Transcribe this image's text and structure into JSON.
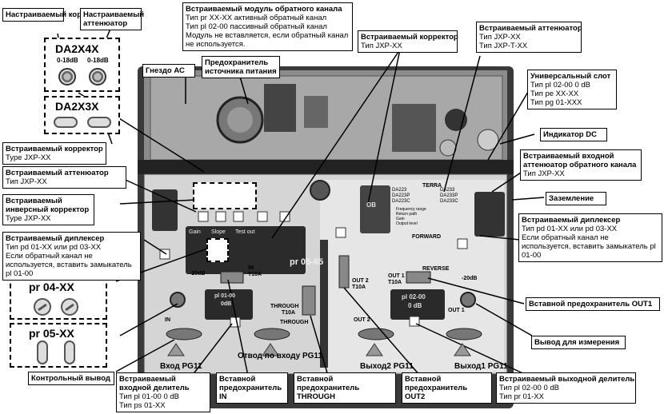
{
  "modules": {
    "da2x4x": {
      "title": "DA2X4X",
      "left_range": "0-18dB",
      "right_range": "0-18dB"
    },
    "da2x3x": {
      "title": "DA2X3X"
    },
    "pr04": {
      "title": "pr 04-XX"
    },
    "pr05": {
      "title": "pr 05-XX"
    }
  },
  "callouts": {
    "corrector_top": "Настраиваемый корректор",
    "attenuator_top": "Настраиваемый аттенюатор",
    "return_module_title": "Встраиваемый модуль обратного канала",
    "return_module_l1": "Тип pr XX-XX активный обратный канал",
    "return_module_l2": "Тип  pl 02-00  пассивный обратный канал",
    "return_module_l3": "Модуль не вставляется, если обратный канал не используется.",
    "builtin_corrector_title": "Встраиваемый корректор",
    "builtin_corrector_type": "Тип JXP-XX",
    "builtin_att_title": "Встраиваемый аттенюатор",
    "builtin_att_t1": "Тип JXP-XX",
    "builtin_att_t2": "Тип JXP-T-XX",
    "ac_socket": "Гнездо АС",
    "fuse_power": "Предохранитель источника питания",
    "universal_slot_title": "Универсальный слот",
    "universal_slot_l1": "Тип pl 02-00      0 dB",
    "universal_slot_l2": "Тип pe XX-XX",
    "universal_slot_l3": "Тип pg 01-XXX",
    "dc_indicator": "Индикатор DC",
    "input_att_title": "Встраиваемый входной аттенюатор обратного канала",
    "input_att_type": "Тип JXP-XX",
    "ground": "Заземление",
    "diplexer_right_title": "Встраиваемый диплексер",
    "diplexer_right_l1": "Тип pd 01-XX или pd 03-XX",
    "diplexer_right_l2": "Если обратный канал не используется, вставить замыкатель pl 01-00",
    "corrector_left_title": "Встраиваемый корректор",
    "corrector_left_type": "Type JXP-XX",
    "att_left_title": "Встраиваемый аттенюатор",
    "att_left_type": "Тип JXP-XX",
    "inv_corrector_title": "Встраиваемый инверсный корректор",
    "inv_corrector_type": "Type JXP-XX",
    "diplexer_left_title": "Встраиваемый диплексер",
    "diplexer_left_l1": "Тип pd 01-XX или pd 03-XX",
    "diplexer_left_l2": "Если обратный канал не используется, вставить замыкатель pl 01-00",
    "fuse_out1": "Вставной предохранитель OUT1",
    "measure_out": "Вывод для измерения",
    "control_out": "Контрольный вывод",
    "input_pg11": "Вход PG11",
    "tap_pg11": "Отвод по входу PG11",
    "out2_pg11": "Выход2 PG11",
    "out1_pg11": "Выход1 PG11",
    "input_splitter_title": "Встраиваемый входной делитель",
    "input_splitter_l1": "Тип pl 01-00       0 dB",
    "input_splitter_l2": "Тип ps 01-XX",
    "fuse_in": "Вставной предохранитель IN",
    "fuse_through": "Вставной предохранитель THROUGH",
    "fuse_out2": "Вставной предохранитель OUT2",
    "output_splitter_title": "Встраиваемый выходной делитель",
    "output_splitter_l1": "Тип pl 02-00       0 dB",
    "output_splitter_l2": "Тип pr 01-XX"
  },
  "board": {
    "module_label": "pr 05-65",
    "gain": "Gain",
    "slope": "Slope",
    "test_out": "Test out",
    "in_label": "IN",
    "in_fuse": "T10A",
    "through_label": "THROUGH",
    "through_fuse": "T10A",
    "out2_label": "OUT 2",
    "out2_fuse": "T10A",
    "out1_label": "OUT 1",
    "out1_fuse": "T10A",
    "forward": "FORWARD",
    "reverse": "REVERSE",
    "minus20db_left": "-20dB",
    "minus20db_right": "-20dB",
    "in_bottom": "IN",
    "through_bottom": "THROUGH",
    "out2_bottom": "OUT 2",
    "out1_bottom": "OUT 1",
    "pl0100": "pl 01-00",
    "pl0100_db": "0dB",
    "pl0200": "pl 02-00",
    "pl0200_db": "0 dB",
    "ob_label": "OB",
    "brand": "TERRA",
    "models_left": [
      "DA223",
      "DA223P",
      "DA223C"
    ],
    "models_right": [
      "DA233",
      "DA233P",
      "DA233C"
    ],
    "specs": [
      "Frequency range",
      "Return path",
      "Gain",
      "Output level"
    ]
  }
}
